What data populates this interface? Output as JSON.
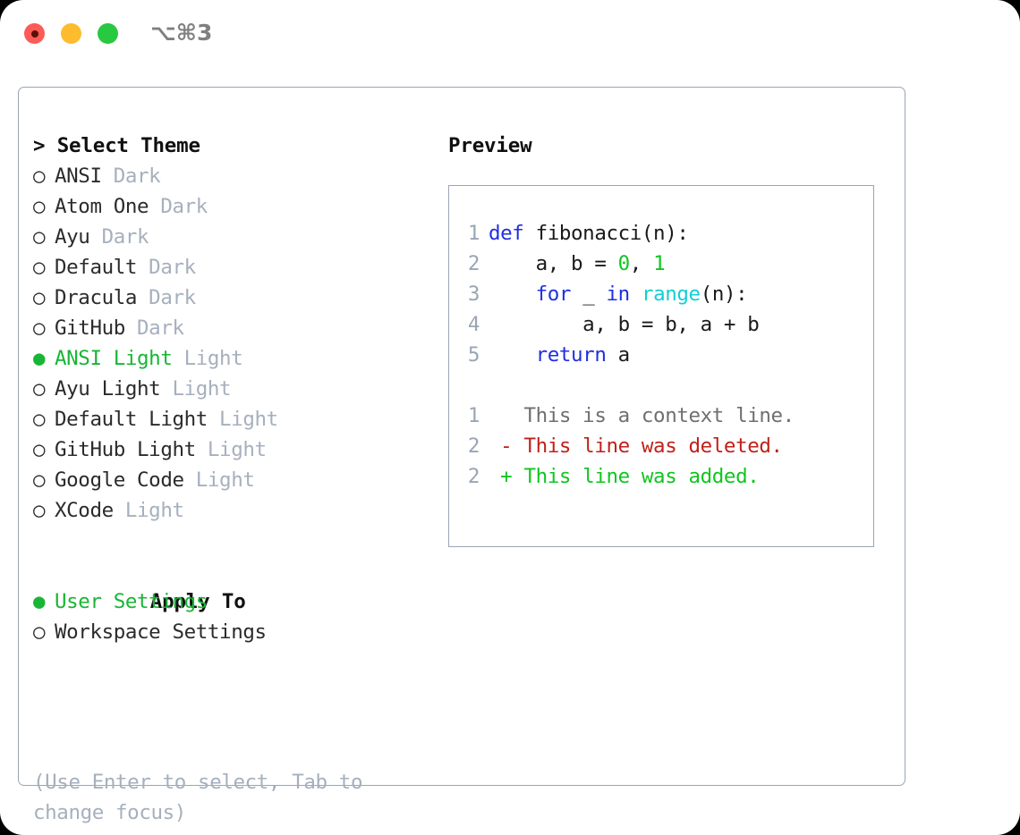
{
  "titlebar": {
    "shortcut": "⌥⌘3",
    "lights": [
      {
        "name": "close",
        "color": "#fc5b57"
      },
      {
        "name": "minimize",
        "color": "#fcbc2e"
      },
      {
        "name": "maximize",
        "color": "#28c840"
      }
    ]
  },
  "theme_panel": {
    "header": "> Select Theme",
    "bullet_selected": "●",
    "bullet_unselected": "○",
    "accent_color": "#18b634",
    "items": [
      {
        "name": "ANSI",
        "kind": "Dark",
        "selected": false
      },
      {
        "name": "Atom One",
        "kind": "Dark",
        "selected": false
      },
      {
        "name": "Ayu",
        "kind": "Dark",
        "selected": false
      },
      {
        "name": "Default",
        "kind": "Dark",
        "selected": false
      },
      {
        "name": "Dracula",
        "kind": "Dark",
        "selected": false
      },
      {
        "name": "GitHub",
        "kind": "Dark",
        "selected": false
      },
      {
        "name": "ANSI Light",
        "kind": "Light",
        "selected": true
      },
      {
        "name": "Ayu Light",
        "kind": "Light",
        "selected": false
      },
      {
        "name": "Default Light",
        "kind": "Light",
        "selected": false
      },
      {
        "name": "GitHub Light",
        "kind": "Light",
        "selected": false
      },
      {
        "name": "Google Code",
        "kind": "Light",
        "selected": false
      },
      {
        "name": "XCode",
        "kind": "Light",
        "selected": false
      }
    ]
  },
  "apply_to": {
    "header": "Apply To",
    "options": [
      {
        "label": "User Settings",
        "selected": true
      },
      {
        "label": "Workspace Settings",
        "selected": false
      }
    ]
  },
  "hint": "(Use Enter to select, Tab to change focus)",
  "preview": {
    "label": "Preview",
    "code_lines": [
      {
        "num": "1",
        "tokens": [
          {
            "t": "def",
            "c": "kw"
          },
          {
            "t": " fibonacci(n):",
            "c": "pl"
          }
        ]
      },
      {
        "num": "2",
        "tokens": [
          {
            "t": "    a, b = ",
            "c": "pl"
          },
          {
            "t": "0",
            "c": "num"
          },
          {
            "t": ", ",
            "c": "pl"
          },
          {
            "t": "1",
            "c": "num"
          }
        ]
      },
      {
        "num": "3",
        "tokens": [
          {
            "t": "    ",
            "c": "pl"
          },
          {
            "t": "for",
            "c": "kw"
          },
          {
            "t": " _ ",
            "c": "pl"
          },
          {
            "t": "in",
            "c": "kw"
          },
          {
            "t": " ",
            "c": "pl"
          },
          {
            "t": "range",
            "c": "fn"
          },
          {
            "t": "(n):",
            "c": "pl"
          }
        ]
      },
      {
        "num": "4",
        "tokens": [
          {
            "t": "        a, b = b, a + b",
            "c": "pl"
          }
        ]
      },
      {
        "num": "5",
        "tokens": [
          {
            "t": "    ",
            "c": "pl"
          },
          {
            "t": "return",
            "c": "kw"
          },
          {
            "t": " a",
            "c": "pl"
          }
        ]
      }
    ],
    "diff_lines": [
      {
        "num": "1",
        "marker": " ",
        "text": " This is a context line.",
        "kind": "ctx"
      },
      {
        "num": "2",
        "marker": "-",
        "text": " This line was deleted.",
        "kind": "del"
      },
      {
        "num": "2",
        "marker": "+",
        "text": " This line was added.",
        "kind": "add"
      }
    ],
    "colors": {
      "keyword": "#1f2fe0",
      "function": "#11cfd4",
      "number": "#10c520",
      "plain": "#1a1a1a",
      "line_number": "#9aa5b4",
      "diff_context": "#6f6f6f",
      "diff_deleted": "#c0211a",
      "diff_added": "#10c520"
    }
  }
}
